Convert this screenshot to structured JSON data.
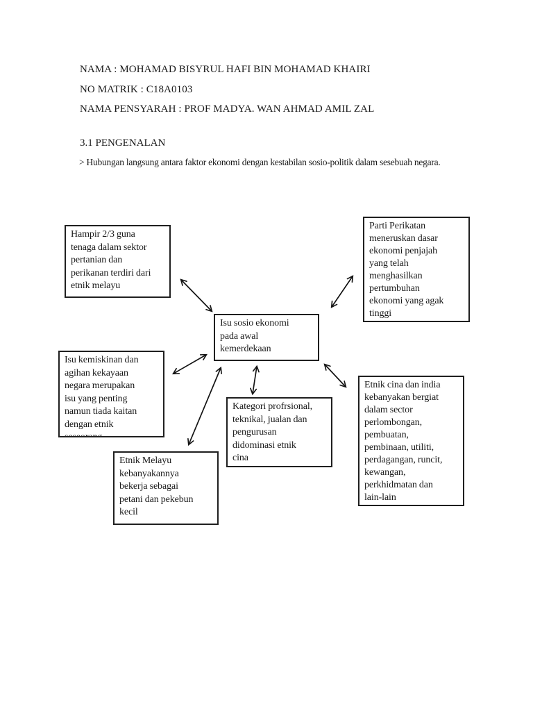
{
  "header": {
    "lines": [
      "NAMA : MOHAMAD BISYRUL HAFI BIN MOHAMAD KHAIRI",
      "NO MATRIK : C18A0103",
      "NAMA PENSYARAH : PROF MADYA. WAN AHMAD AMIL ZAL"
    ]
  },
  "section": {
    "title": "3.1 PENGENALAN",
    "bullet": "> Hubungan langsung antara faktor ekonomi dengan kestabilan sosio-politik dalam sesebuah negara."
  },
  "diagram": {
    "center_text": "Isu sosio ekonomi\npada awal\nkemerdekaan",
    "nodes": [
      {
        "id": "guna-tenaga",
        "text": "Hampir 2/3 guna\ntenaga dalam sektor\npertanian dan\nperikanan terdiri dari\netnik melayu"
      },
      {
        "id": "parti-perikatan",
        "text": "Parti Perikatan\nmeneruskan dasar\nekonomi penjajah\nyang telah\nmenghasilkan\npertumbuhan\nekonomi yang agak\ntinggi"
      },
      {
        "id": "kemiskinan",
        "text": "Isu kemiskinan dan\nagihan kekayaan\nnegara merupakan\nisu yang penting\nnamun tiada kaitan\ndengan etnik\nseseorang"
      },
      {
        "id": "etnik-melayu",
        "text": "Etnik Melayu\nkebanyakannya\nbekerja sebagai\npetani dan pekebun\nkecil"
      },
      {
        "id": "kategori-pekerjaan",
        "text": "Kategori profrsional,\nteknikal, jualan dan\npengurusan\ndidominasi etnik\ncina"
      },
      {
        "id": "etnik-cina-india",
        "text": "Etnik cina dan india\nkebanyakan bergiat\ndalam sector\nperlombongan,\npembuatan,\npembinaan, utiliti,\nperdagangan, runcit,\nkewangan,\nperkhidmatan dan\nlain-lain"
      }
    ],
    "colors": {
      "text": "#1a1a1a",
      "border": "#1f1f1f",
      "arrow": "#151515",
      "page_background": "#ffffff"
    }
  }
}
